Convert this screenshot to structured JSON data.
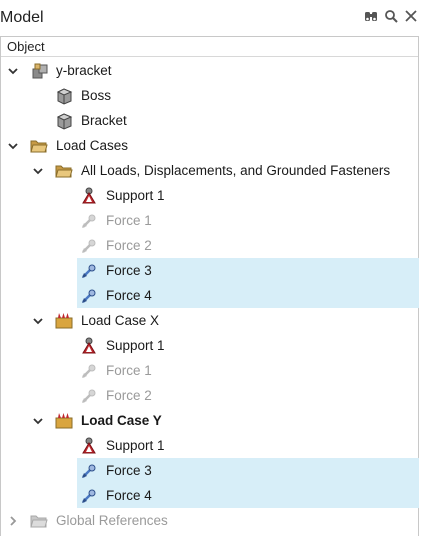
{
  "panel": {
    "title": "Model",
    "header": "Object"
  },
  "tree": {
    "y_bracket": "y-bracket",
    "boss": "Boss",
    "bracket": "Bracket",
    "load_cases": "Load Cases",
    "all_loads": "All Loads, Displacements, and Grounded Fasteners",
    "all_support1": "Support 1",
    "all_force1": "Force 1",
    "all_force2": "Force 2",
    "all_force3": "Force 3",
    "all_force4": "Force 4",
    "lcx": "Load Case X",
    "lcx_support1": "Support 1",
    "lcx_force1": "Force 1",
    "lcx_force2": "Force 2",
    "lcy": "Load Case Y",
    "lcy_support1": "Support 1",
    "lcy_force3": "Force 3",
    "lcy_force4": "Force 4",
    "global_refs": "Global References"
  },
  "colors": {
    "highlight": "#d7eef8",
    "disabled_text": "#9a9a9a",
    "folder": "#d9b46b",
    "support_red": "#c0272d",
    "force_blue": "#4a78c2"
  },
  "icons": {
    "search": "binoculars-icon",
    "find": "magnifier-icon",
    "close": "close-icon"
  }
}
